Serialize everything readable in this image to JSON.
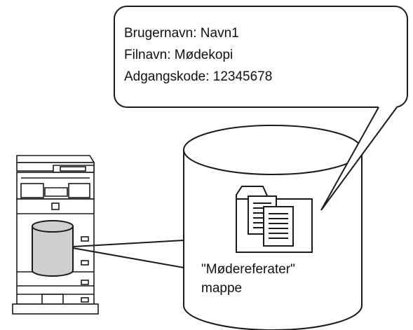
{
  "callout": {
    "username_line": "Brugernavn: Navn1",
    "filename_line": "Filnavn: Mødekopi",
    "password_line": "Adgangskode: 12345678"
  },
  "folder": {
    "name_line": "\"Mødereferater\"",
    "type_line": "mappe"
  },
  "colors": {
    "outline": "#1a1a1a",
    "small_storage_fill": "#cfcfcf",
    "background": "#ffffff"
  },
  "icons": [
    "printer-icon",
    "storage-cylinder-icon",
    "folder-icon",
    "document-icon"
  ]
}
